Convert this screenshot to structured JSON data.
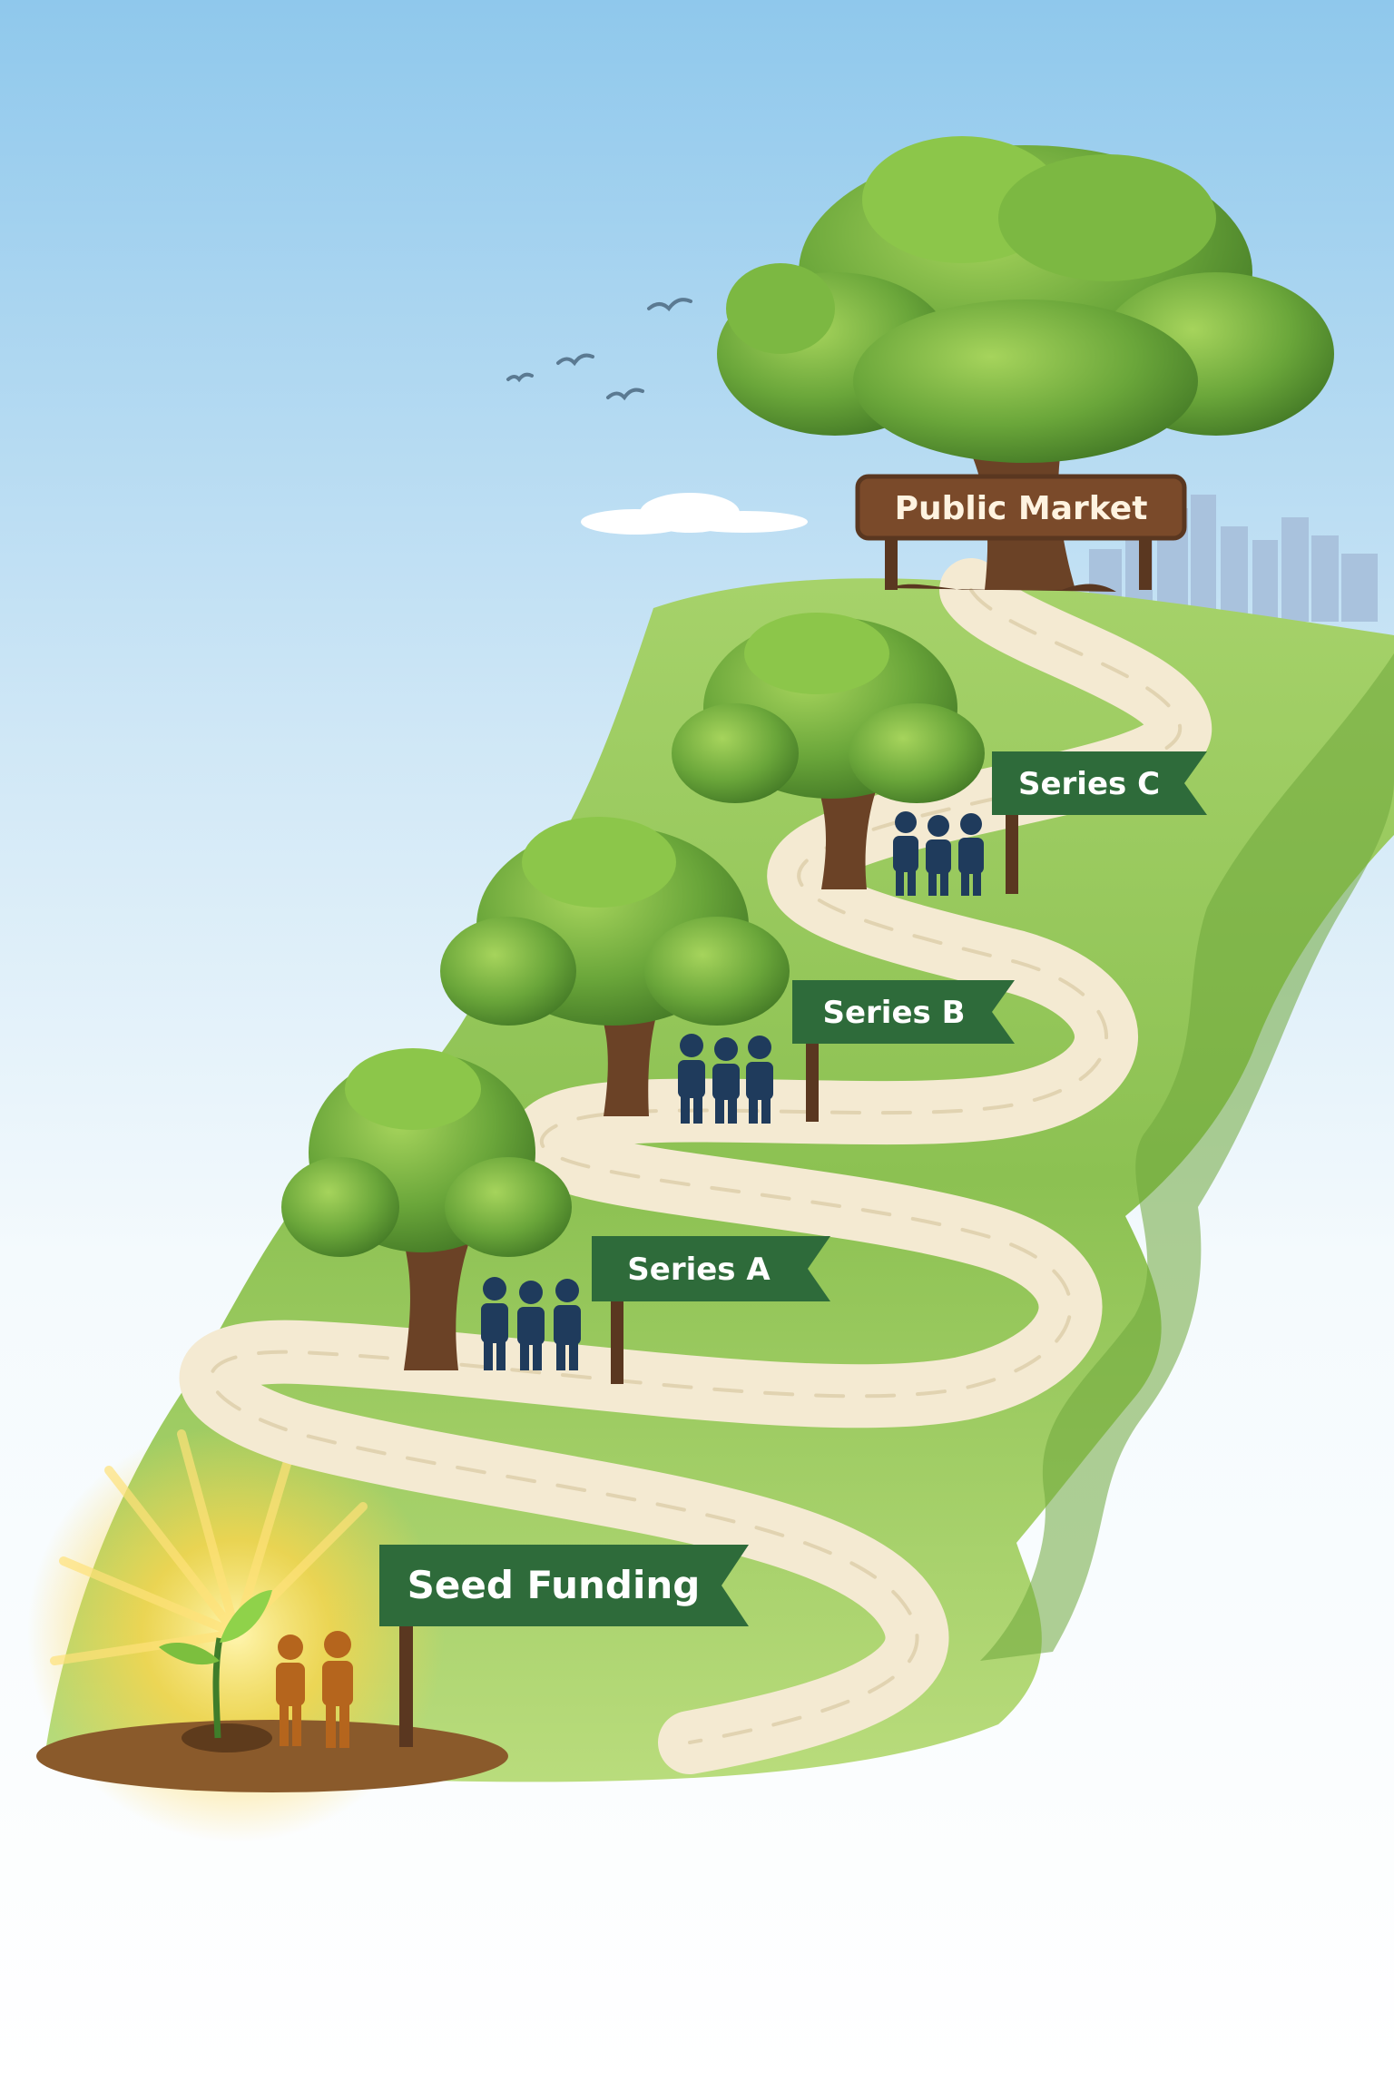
{
  "stages": [
    {
      "id": "seed",
      "label": "Seed Funding",
      "people": 2
    },
    {
      "id": "series-a",
      "label": "Series A",
      "people": 3
    },
    {
      "id": "series-b",
      "label": "Series B",
      "people": 3
    },
    {
      "id": "series-c",
      "label": "Series C",
      "people": 3
    },
    {
      "id": "public-market",
      "label": "Public Market",
      "people": 0
    }
  ],
  "colors": {
    "sky_top": "#9fd0ee",
    "grass": "#8cc152",
    "grass_dark": "#5e9a35",
    "path": "#f4ead2",
    "sign_green": "#2e6b3a",
    "sign_brown": "#7a4a2a",
    "trunk": "#6b4226",
    "foliage": "#6aa63a",
    "people": "#1f3b5c",
    "people_seed": "#b5651d",
    "sun": "#ffd54a",
    "city": "#9db8d6"
  },
  "icons": [
    "sprout-icon",
    "person-icon",
    "bird-icon",
    "tree-icon",
    "city-skyline-icon",
    "cloud-icon",
    "signpost-icon"
  ]
}
